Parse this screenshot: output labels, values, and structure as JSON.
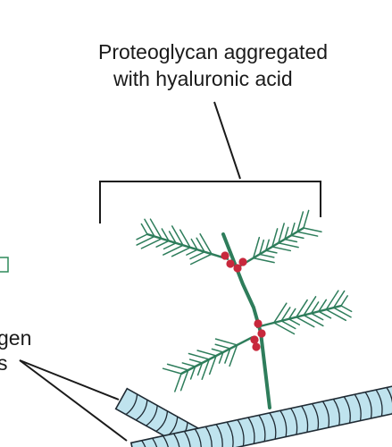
{
  "labels": {
    "title_line1": "Proteoglycan aggregated",
    "title_line2": "with hyaluronic acid",
    "collagen_line1": "gen",
    "collagen_line2": "s"
  },
  "colors": {
    "proteoglycan": "#2e7d5b",
    "link_protein": "#c8283c",
    "collagen_fill": "#bfe3ee",
    "collagen_stroke": "#1f2a33",
    "line": "#1a1a1a",
    "partial_box": "#2e8a5a"
  }
}
